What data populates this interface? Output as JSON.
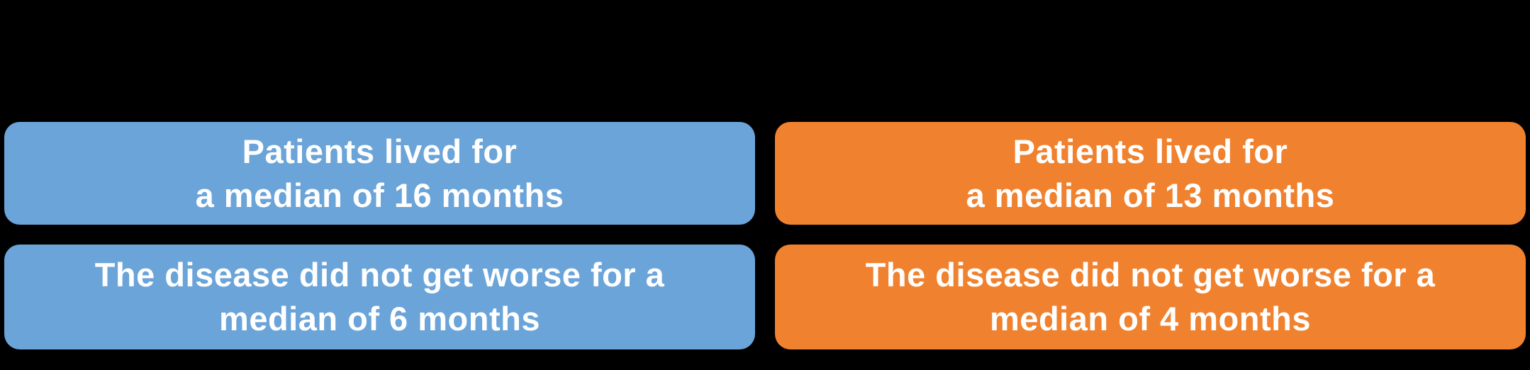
{
  "canvas": {
    "background_color": "#000000"
  },
  "colors": {
    "blue_card": "#6BA4D8",
    "orange_card": "#F0822F",
    "card_text": "#FFFFFF"
  },
  "cards": [
    {
      "group": "overall-survival",
      "arm": "blue",
      "line1": "Patients lived for",
      "line2": "a median of 16 months",
      "median_months": 16
    },
    {
      "group": "overall-survival",
      "arm": "orange",
      "line1": "Patients lived for",
      "line2": "a median of 13 months",
      "median_months": 13
    },
    {
      "group": "progression-free",
      "arm": "blue",
      "line1": "The disease did not get worse for a",
      "line2": "median of 6 months",
      "median_months": 6
    },
    {
      "group": "progression-free",
      "arm": "orange",
      "line1": "The disease did not get worse for a",
      "line2": "median of 4 months",
      "median_months": 4
    }
  ]
}
